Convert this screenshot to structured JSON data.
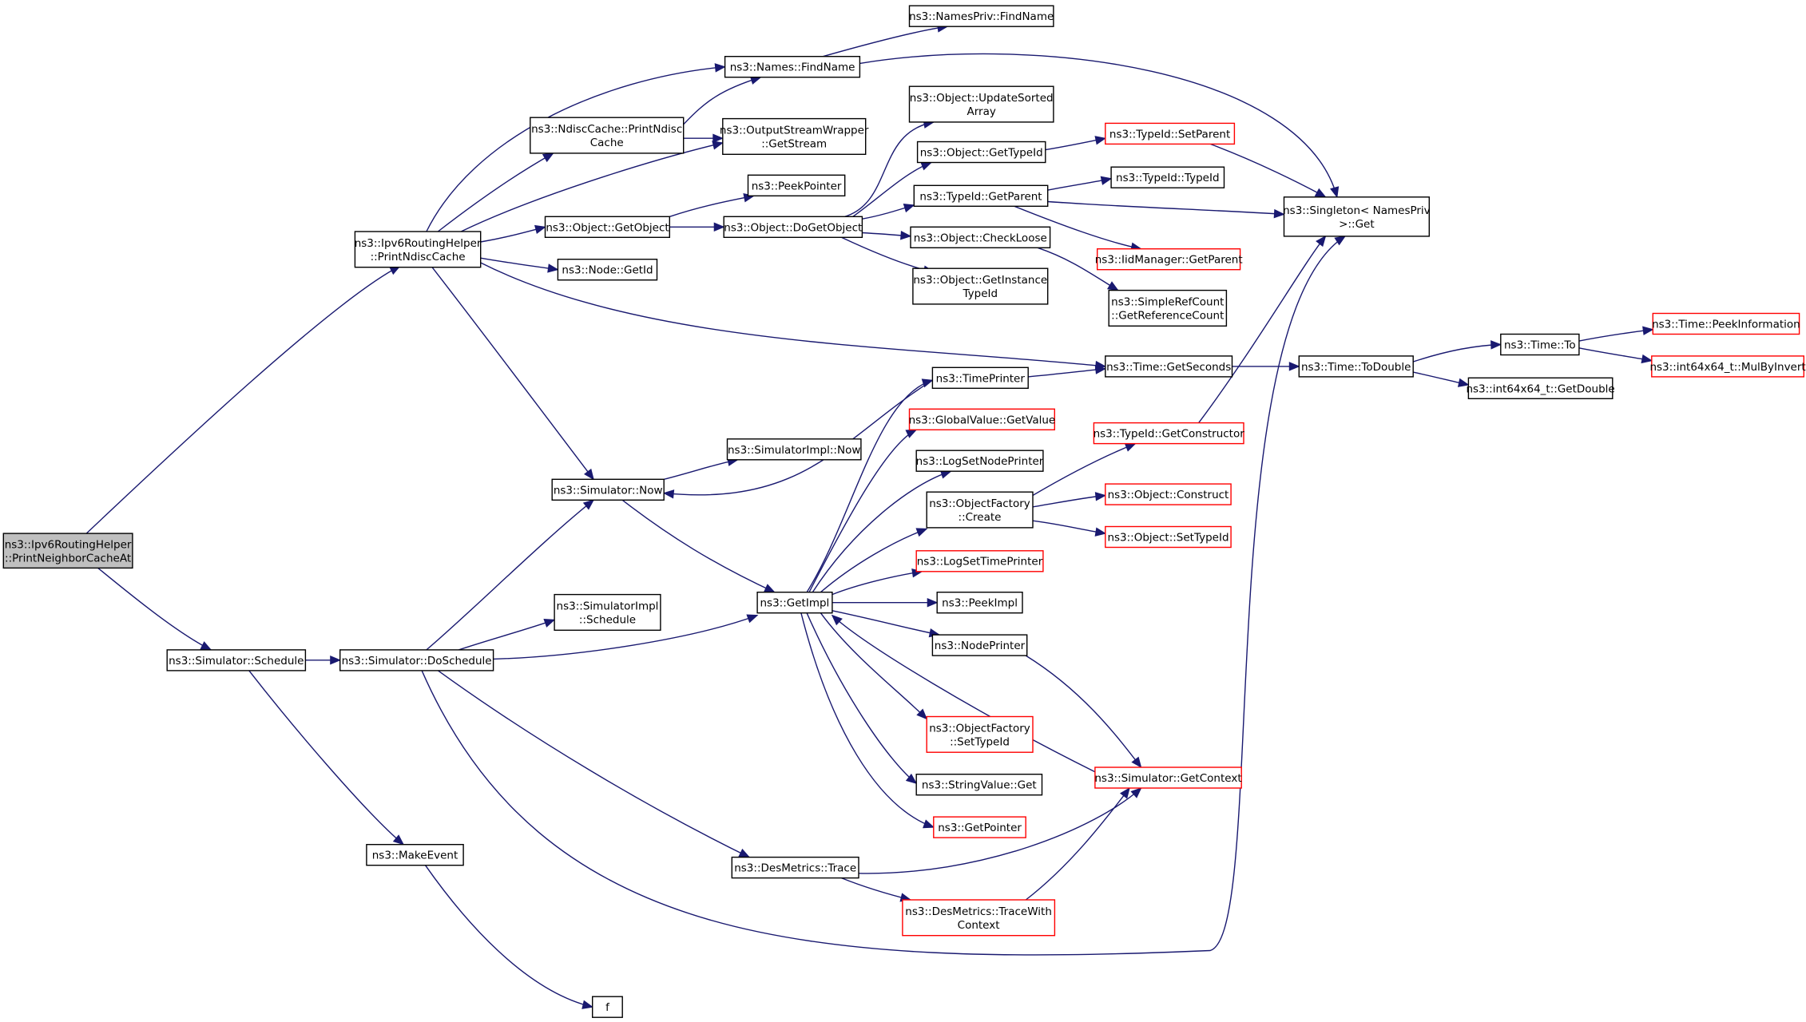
{
  "colors": {
    "edge": "#191970",
    "normal_border": "#000000",
    "red_border": "#ff0000",
    "root_fill": "#bfbfbf",
    "node_fill": "#ffffff"
  },
  "nodes": [
    {
      "id": "root",
      "lines": [
        "ns3::Ipv6RoutingHelper",
        "::PrintNeighborCacheAt"
      ],
      "style": "root"
    },
    {
      "id": "sched",
      "lines": [
        "ns3::Simulator::Schedule"
      ],
      "style": "normal"
    },
    {
      "id": "dosched",
      "lines": [
        "ns3::Simulator::DoSchedule"
      ],
      "style": "normal"
    },
    {
      "id": "makeevent",
      "lines": [
        "ns3::MakeEvent"
      ],
      "style": "normal"
    },
    {
      "id": "f",
      "lines": [
        "f"
      ],
      "style": "normal"
    },
    {
      "id": "pnc",
      "lines": [
        "ns3::Ipv6RoutingHelper",
        "::PrintNdiscCache"
      ],
      "style": "normal"
    },
    {
      "id": "ndisc",
      "lines": [
        "ns3::NdiscCache::PrintNdisc",
        "Cache"
      ],
      "style": "normal"
    },
    {
      "id": "namesfind",
      "lines": [
        "ns3::Names::FindName"
      ],
      "style": "normal"
    },
    {
      "id": "namesprivfind",
      "lines": [
        "ns3::NamesPriv::FindName"
      ],
      "style": "normal"
    },
    {
      "id": "osw",
      "lines": [
        "ns3::OutputStreamWrapper",
        "::GetStream"
      ],
      "style": "normal"
    },
    {
      "id": "getobject",
      "lines": [
        "ns3::Object::GetObject"
      ],
      "style": "normal"
    },
    {
      "id": "peekptr",
      "lines": [
        "ns3::PeekPointer"
      ],
      "style": "normal"
    },
    {
      "id": "dogetobject",
      "lines": [
        "ns3::Object::DoGetObject"
      ],
      "style": "normal"
    },
    {
      "id": "nodegetid",
      "lines": [
        "ns3::Node::GetId"
      ],
      "style": "normal"
    },
    {
      "id": "simnow",
      "lines": [
        "ns3::Simulator::Now"
      ],
      "style": "normal"
    },
    {
      "id": "simimplnow",
      "lines": [
        "ns3::SimulatorImpl::Now"
      ],
      "style": "normal"
    },
    {
      "id": "simimplsched",
      "lines": [
        "ns3::SimulatorImpl",
        "::Schedule"
      ],
      "style": "normal"
    },
    {
      "id": "getimpl",
      "lines": [
        "ns3::GetImpl"
      ],
      "style": "normal"
    },
    {
      "id": "destrace",
      "lines": [
        "ns3::DesMetrics::Trace"
      ],
      "style": "normal"
    },
    {
      "id": "destracectx",
      "lines": [
        "ns3::DesMetrics::TraceWith",
        "Context"
      ],
      "style": "red"
    },
    {
      "id": "updsorted",
      "lines": [
        "ns3::Object::UpdateSorted",
        "Array"
      ],
      "style": "normal"
    },
    {
      "id": "objgettid",
      "lines": [
        "ns3::Object::GetTypeId"
      ],
      "style": "normal"
    },
    {
      "id": "tidgetparent",
      "lines": [
        "ns3::TypeId::GetParent"
      ],
      "style": "normal"
    },
    {
      "id": "checkloose",
      "lines": [
        "ns3::Object::CheckLoose"
      ],
      "style": "normal"
    },
    {
      "id": "getinsttid",
      "lines": [
        "ns3::Object::GetInstance",
        "TypeId"
      ],
      "style": "normal"
    },
    {
      "id": "tidsetparent",
      "lines": [
        "ns3::TypeId::SetParent"
      ],
      "style": "red"
    },
    {
      "id": "tidtid",
      "lines": [
        "ns3::TypeId::TypeId"
      ],
      "style": "normal"
    },
    {
      "id": "iidgetparent",
      "lines": [
        "ns3::IidManager::GetParent"
      ],
      "style": "red"
    },
    {
      "id": "simplerc",
      "lines": [
        "ns3::SimpleRefCount",
        "::GetReferenceCount"
      ],
      "style": "normal"
    },
    {
      "id": "singleton",
      "lines": [
        "ns3::Singleton< NamesPriv",
        " >::Get"
      ],
      "style": "normal"
    },
    {
      "id": "timeprinter",
      "lines": [
        "ns3::TimePrinter"
      ],
      "style": "normal"
    },
    {
      "id": "gvgetvalue",
      "lines": [
        "ns3::GlobalValue::GetValue"
      ],
      "style": "red"
    },
    {
      "id": "lognodeprinter",
      "lines": [
        "ns3::LogSetNodePrinter"
      ],
      "style": "normal"
    },
    {
      "id": "objfactcreate",
      "lines": [
        "ns3::ObjectFactory",
        "::Create"
      ],
      "style": "normal"
    },
    {
      "id": "logtimeprinter",
      "lines": [
        "ns3::LogSetTimePrinter"
      ],
      "style": "red"
    },
    {
      "id": "peekimpl",
      "lines": [
        "ns3::PeekImpl"
      ],
      "style": "normal"
    },
    {
      "id": "nodeprinter",
      "lines": [
        "ns3::NodePrinter"
      ],
      "style": "normal"
    },
    {
      "id": "objfactsettid",
      "lines": [
        "ns3::ObjectFactory",
        "::SetTypeId"
      ],
      "style": "red"
    },
    {
      "id": "strvalget",
      "lines": [
        "ns3::StringValue::Get"
      ],
      "style": "normal"
    },
    {
      "id": "getpointer",
      "lines": [
        "ns3::GetPointer"
      ],
      "style": "red"
    },
    {
      "id": "timegetsec",
      "lines": [
        "ns3::Time::GetSeconds"
      ],
      "style": "normal"
    },
    {
      "id": "tidgetctor",
      "lines": [
        "ns3::TypeId::GetConstructor"
      ],
      "style": "red"
    },
    {
      "id": "objconstruct",
      "lines": [
        "ns3::Object::Construct"
      ],
      "style": "red"
    },
    {
      "id": "objsettid",
      "lines": [
        "ns3::Object::SetTypeId"
      ],
      "style": "red"
    },
    {
      "id": "simgetctx",
      "lines": [
        "ns3::Simulator::GetContext"
      ],
      "style": "red"
    },
    {
      "id": "timetodouble",
      "lines": [
        "ns3::Time::ToDouble"
      ],
      "style": "normal"
    },
    {
      "id": "timeto",
      "lines": [
        "ns3::Time::To"
      ],
      "style": "normal"
    },
    {
      "id": "i64getdouble",
      "lines": [
        "ns3::int64x64_t::GetDouble"
      ],
      "style": "normal"
    },
    {
      "id": "peekinfo",
      "lines": [
        "ns3::Time::PeekInformation"
      ],
      "style": "red"
    },
    {
      "id": "mulbyinvert",
      "lines": [
        "ns3::int64x64_t::MulByInvert"
      ],
      "style": "red"
    }
  ],
  "edges": [
    {
      "from": "root",
      "to": "pnc"
    },
    {
      "from": "root",
      "to": "sched"
    },
    {
      "from": "sched",
      "to": "dosched"
    },
    {
      "from": "sched",
      "to": "makeevent"
    },
    {
      "from": "makeevent",
      "to": "f"
    },
    {
      "from": "pnc",
      "to": "namesfind"
    },
    {
      "from": "pnc",
      "to": "ndisc"
    },
    {
      "from": "pnc",
      "to": "osw"
    },
    {
      "from": "pnc",
      "to": "getobject"
    },
    {
      "from": "pnc",
      "to": "nodegetid"
    },
    {
      "from": "pnc",
      "to": "timegetsec"
    },
    {
      "from": "pnc",
      "to": "simnow"
    },
    {
      "from": "ndisc",
      "to": "namesfind"
    },
    {
      "from": "ndisc",
      "to": "osw"
    },
    {
      "from": "namesfind",
      "to": "namesprivfind"
    },
    {
      "from": "namesfind",
      "to": "singleton"
    },
    {
      "from": "getobject",
      "to": "peekptr"
    },
    {
      "from": "getobject",
      "to": "dogetobject"
    },
    {
      "from": "dogetobject",
      "to": "updsorted"
    },
    {
      "from": "dogetobject",
      "to": "objgettid"
    },
    {
      "from": "dogetobject",
      "to": "tidgetparent"
    },
    {
      "from": "dogetobject",
      "to": "checkloose"
    },
    {
      "from": "dogetobject",
      "to": "getinsttid"
    },
    {
      "from": "objgettid",
      "to": "tidsetparent"
    },
    {
      "from": "tidsetparent",
      "to": "singleton"
    },
    {
      "from": "tidgetparent",
      "to": "tidtid"
    },
    {
      "from": "tidgetparent",
      "to": "singleton"
    },
    {
      "from": "tidgetparent",
      "to": "iidgetparent"
    },
    {
      "from": "checkloose",
      "to": "simplerc"
    },
    {
      "from": "dosched",
      "to": "simnow"
    },
    {
      "from": "dosched",
      "to": "simimplsched"
    },
    {
      "from": "dosched",
      "to": "getimpl"
    },
    {
      "from": "dosched",
      "to": "destrace"
    },
    {
      "from": "dosched",
      "to": "singleton"
    },
    {
      "from": "simnow",
      "to": "simimplnow"
    },
    {
      "from": "simnow",
      "to": "getimpl"
    },
    {
      "from": "timeprinter",
      "to": "simnow"
    },
    {
      "from": "timeprinter",
      "to": "timegetsec"
    },
    {
      "from": "getimpl",
      "to": "timeprinter"
    },
    {
      "from": "getimpl",
      "to": "gvgetvalue"
    },
    {
      "from": "getimpl",
      "to": "lognodeprinter"
    },
    {
      "from": "getimpl",
      "to": "objfactcreate"
    },
    {
      "from": "getimpl",
      "to": "logtimeprinter"
    },
    {
      "from": "getimpl",
      "to": "peekimpl"
    },
    {
      "from": "getimpl",
      "to": "nodeprinter"
    },
    {
      "from": "getimpl",
      "to": "objfactsettid"
    },
    {
      "from": "getimpl",
      "to": "strvalget"
    },
    {
      "from": "getimpl",
      "to": "getpointer"
    },
    {
      "from": "simgetctx",
      "to": "getimpl"
    },
    {
      "from": "nodeprinter",
      "to": "simgetctx"
    },
    {
      "from": "objfactcreate",
      "to": "tidgetctor"
    },
    {
      "from": "objfactcreate",
      "to": "objconstruct"
    },
    {
      "from": "objfactcreate",
      "to": "objsettid"
    },
    {
      "from": "tidgetctor",
      "to": "singleton"
    },
    {
      "from": "destrace",
      "to": "simgetctx"
    },
    {
      "from": "destrace",
      "to": "destracectx"
    },
    {
      "from": "destracectx",
      "to": "simgetctx"
    },
    {
      "from": "timegetsec",
      "to": "timetodouble"
    },
    {
      "from": "timetodouble",
      "to": "timeto"
    },
    {
      "from": "timetodouble",
      "to": "i64getdouble"
    },
    {
      "from": "timeto",
      "to": "peekinfo"
    },
    {
      "from": "timeto",
      "to": "mulbyinvert"
    }
  ]
}
